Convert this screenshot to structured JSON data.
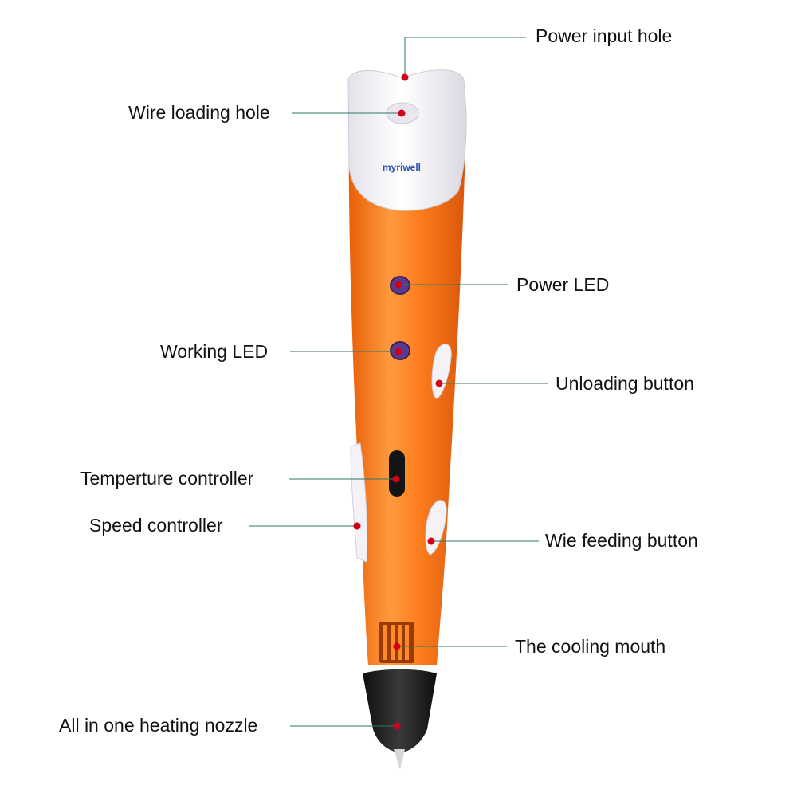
{
  "diagram": {
    "brand": "myriwell",
    "labels": {
      "power_input_hole": "Power input hole",
      "wire_loading_hole": "Wire loading hole",
      "power_led": "Power LED",
      "working_led": "Working LED",
      "unloading_button": "Unloading button",
      "temperature_controller": "Temperture controller",
      "speed_controller": "Speed controller",
      "wire_feeding_button": "Wie feeding button",
      "cooling_mouth": "The cooling mouth",
      "heating_nozzle": "All in one heating nozzle"
    },
    "colors": {
      "pen_body": "#fd7d1e",
      "pen_cap": "#f5f3f8",
      "nozzle": "#1a1a1a",
      "leader_line": "#2c7a63",
      "marker_dot": "#d0021b",
      "brand_text": "#2f4fb3"
    }
  }
}
